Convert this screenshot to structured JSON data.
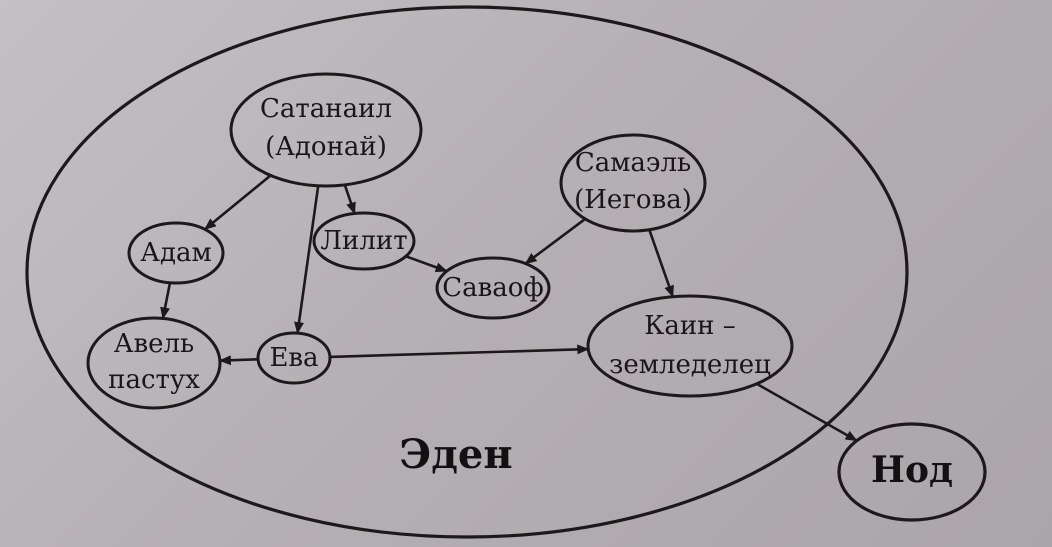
{
  "diagram": {
    "regions": {
      "eden": {
        "label": "Эден"
      },
      "nod": {
        "label": "Нод"
      }
    },
    "nodes": {
      "satanail": {
        "lines": [
          "Сатанаил",
          "(Адонай)"
        ]
      },
      "samael": {
        "lines": [
          "Самаэль",
          "(Иегова)"
        ]
      },
      "adam": {
        "lines": [
          "Адам"
        ]
      },
      "lilit": {
        "lines": [
          "Лилит"
        ]
      },
      "savaof": {
        "lines": [
          "Саваоф"
        ]
      },
      "avel": {
        "lines": [
          "Авель",
          "пастух"
        ]
      },
      "eva": {
        "lines": [
          "Ева"
        ]
      },
      "kain": {
        "lines": [
          "Каин –",
          "земледелец"
        ]
      }
    },
    "edges": [
      {
        "from": "satanail",
        "to": "adam",
        "arrow": "end"
      },
      {
        "from": "satanail",
        "to": "eva",
        "arrow": "end"
      },
      {
        "from": "satanail",
        "to": "lilit",
        "arrow": "end"
      },
      {
        "from": "adam",
        "to": "avel",
        "arrow": "end"
      },
      {
        "from": "lilit",
        "to": "savaof",
        "arrow": "end"
      },
      {
        "from": "samael",
        "to": "savaof",
        "arrow": "end"
      },
      {
        "from": "samael",
        "to": "kain",
        "arrow": "end"
      },
      {
        "from": "eva",
        "to": "avel",
        "arrow": "end"
      },
      {
        "from": "eva",
        "to": "kain",
        "arrow": "end"
      },
      {
        "from": "kain",
        "to": "nod",
        "arrow": "end"
      }
    ]
  }
}
